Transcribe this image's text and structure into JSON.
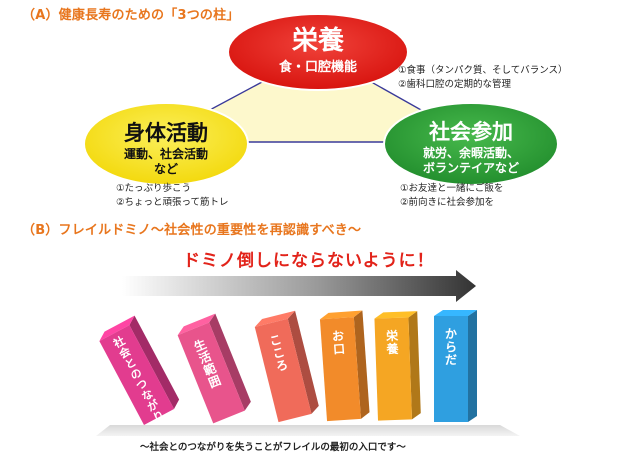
{
  "section_a": {
    "heading": "（A）健康長寿のための「3つの柱」",
    "pillars": {
      "nutrition": {
        "title": "栄養",
        "subtitle": "食・口腔機能",
        "color": "#e8211d"
      },
      "physical": {
        "title": "身体活動",
        "sub1": "運動、社会活動",
        "sub2": "など",
        "color": "#f7e21b"
      },
      "social": {
        "title": "社会参加",
        "sub1": "就労、余暇活動、",
        "sub2": "ボランテイアなど",
        "color": "#2ea43a"
      }
    },
    "notes": {
      "nutrition": [
        "①食事（タンパク質、そしてバランス）",
        "②歯科口腔の定期的な管理"
      ],
      "physical": [
        "①たっぷり歩こう",
        "②ちょっと頑張って筋トレ"
      ],
      "social": [
        "①お友達と一緒にご飯を",
        "②前向きに社会参加を"
      ]
    }
  },
  "section_b": {
    "heading": "（B）フレイルドミノ～社会性の重要性を再認識すべき～",
    "alarm": "ドミノ倒しにならないように！",
    "dominoes": [
      {
        "label": "社会とのつながり",
        "color": "#e23c8f"
      },
      {
        "label": "生活範囲",
        "color": "#e8548c"
      },
      {
        "label": "こころ",
        "color": "#f06b5a"
      },
      {
        "label": "お口",
        "color": "#f28b2a"
      },
      {
        "label": "栄養",
        "color": "#f5a623"
      },
      {
        "label": "からだ",
        "color": "#2f9fe0"
      }
    ],
    "caption": "～社会とのつながりを失うことがフレイルの最初の入口です～"
  }
}
